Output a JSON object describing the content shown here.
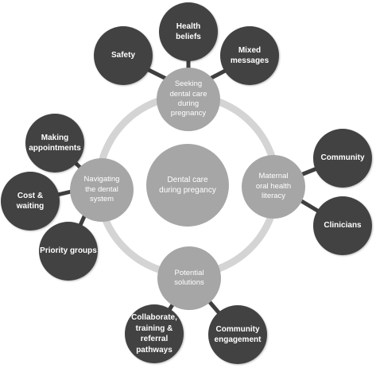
{
  "center": {
    "label": "Dental care\nduring pregancy"
  },
  "hubs": {
    "seeking": {
      "label": "Seeking\ndental care\nduring\npregnancy"
    },
    "maternal": {
      "label": "Maternal\noral health\nliteracy"
    },
    "potential": {
      "label": "Potential\nsolutions"
    },
    "navigating": {
      "label": "Navigating\nthe dental\nsystem"
    }
  },
  "leaves": {
    "health_beliefs": {
      "label": "Health\nbeliefs"
    },
    "safety": {
      "label": "Safety"
    },
    "mixed_messages": {
      "label": "Mixed\nmessages"
    },
    "community": {
      "label": "Community"
    },
    "clinicians": {
      "label": "Clinicians"
    },
    "collaborate": {
      "label": "Collaborate,\ntraining &\nreferral\npathways"
    },
    "community_engagement": {
      "label": "Community\nengagement"
    },
    "making_appointments": {
      "label": "Making\nappointments"
    },
    "cost_waiting": {
      "label": "Cost &\nwaiting"
    },
    "priority_groups": {
      "label": "Priority groups"
    }
  },
  "colors": {
    "leaf_fill": "#424242",
    "hub_fill": "#a6a6a6",
    "ring": "#d4d4d4",
    "connector": "#3f3f3f"
  }
}
